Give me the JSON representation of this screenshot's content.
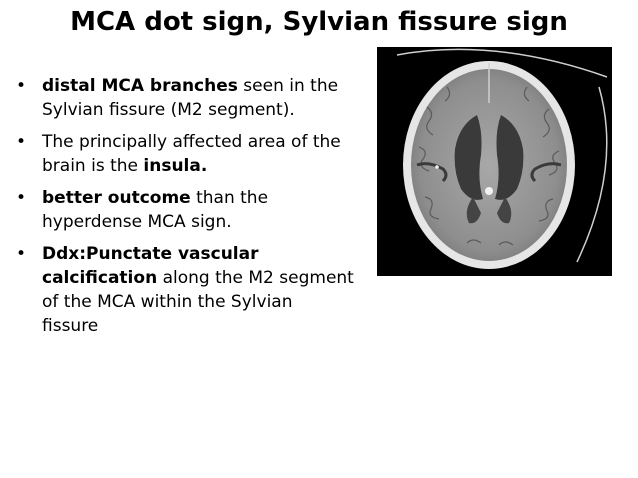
{
  "slide": {
    "title": "MCA dot sign, Sylvian fissure sign"
  },
  "bullets": [
    {
      "parts": [
        {
          "text": "distal MCA branches",
          "bold": true
        },
        {
          "text": " seen in the Sylvian fissure (M2 segment).",
          "bold": false
        }
      ]
    },
    {
      "parts": [
        {
          "text": "The principally affected area of the brain is the ",
          "bold": false
        },
        {
          "text": "insula.",
          "bold": true
        }
      ]
    },
    {
      "parts": [
        {
          "text": "better outcome",
          "bold": true
        },
        {
          "text": " than the hyperdense MCA sign.",
          "bold": false
        }
      ]
    },
    {
      "parts": [
        {
          "text": "Ddx:Punctate vascular calcification",
          "bold": true
        },
        {
          "text": " along the M2 segment of the MCA within the Sylvian fissure",
          "bold": false
        }
      ]
    }
  ],
  "image": {
    "icon": "axial-ct-brain-image",
    "background": "#000000",
    "skull_color": "#e8e8e8",
    "brain_color": "#9a9a9a",
    "csf_color": "#3a3a3a"
  }
}
